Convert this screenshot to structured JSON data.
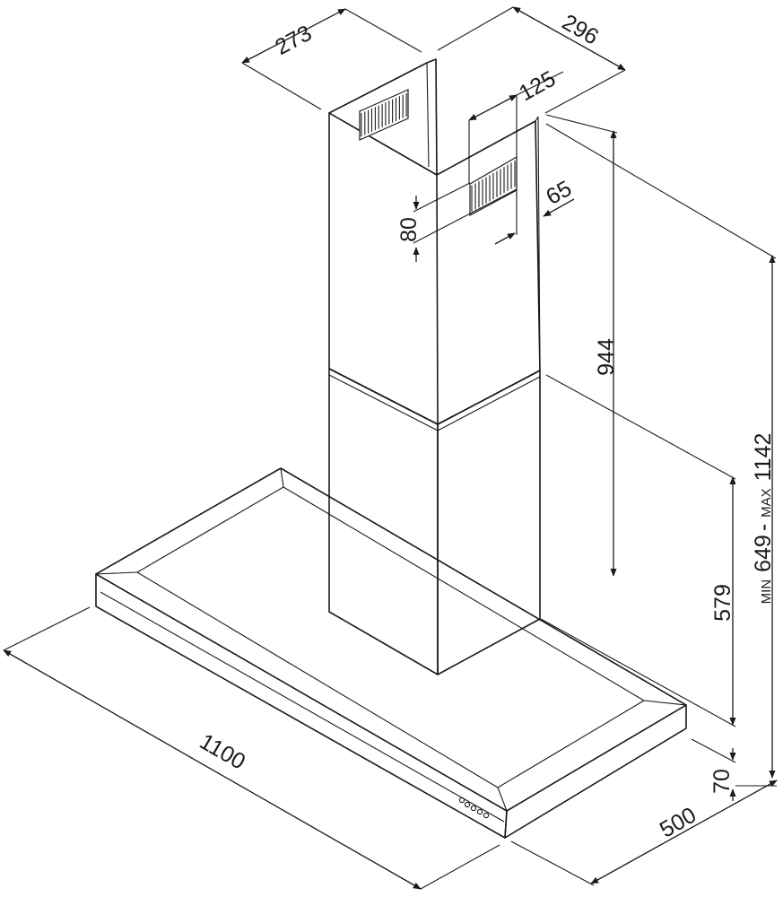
{
  "dimensions": {
    "chimney_width": "273",
    "chimney_depth": "296",
    "vent_width": "125",
    "vent_height": "80",
    "vent_offset": "65",
    "chimney_height": "944",
    "lower_height": "579",
    "range_prefix_min": "MIN",
    "range_min_value": "649",
    "range_separator": " - ",
    "range_prefix_max": "MAX",
    "range_max_value": "1142",
    "canopy_thickness": "70",
    "canopy_width": "1100",
    "canopy_depth": "500"
  },
  "colors": {
    "stroke": "#1a1a1a",
    "background": "#ffffff"
  }
}
